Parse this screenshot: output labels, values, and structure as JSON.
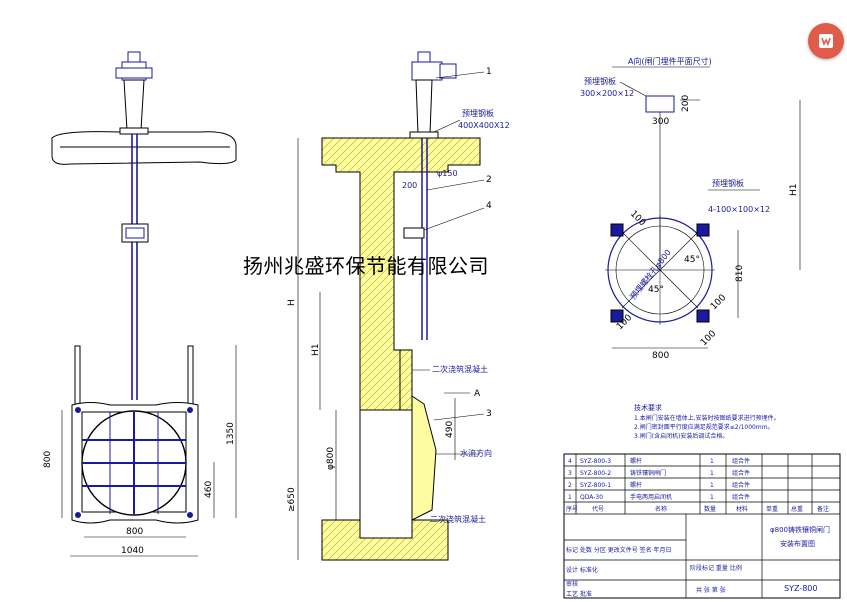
{
  "watermark": "扬州兆盛环保节能有限公司",
  "colors": {
    "line": "#000000",
    "blue": "#1a1aa0",
    "concrete": "#fdfca0",
    "water": "#1a1aa0",
    "icon": "#e15b4a"
  },
  "icons": {
    "floating": "app-badge-icon"
  },
  "front_view": {
    "dims": {
      "width_frame": "800",
      "width_total": "1040",
      "height_gate": "800",
      "height_total": "1350",
      "height_lower": "460"
    }
  },
  "section_view": {
    "labels": {
      "callout_1": "1",
      "callout_2": "2",
      "callout_4": "4",
      "callout_3": "3",
      "plate_note": "预埋钢板",
      "plate_size": "400X400X12",
      "pipe_dia": "φ150",
      "offset": "200",
      "dim_H": "H",
      "dim_H1": "H1",
      "dim_d": "φ800",
      "dim_490": "490",
      "dim_650": "≥650",
      "marker_A": "A",
      "note_concrete_top": "二次浇筑混凝土",
      "note_concrete_bottom": "二次浇筑混凝土",
      "note_water": "水流方向"
    }
  },
  "plan_view": {
    "labels": {
      "title": "A向(闸门埋件平面尺寸)",
      "plate_note_top": "预埋钢板",
      "plate_size_top": "300×200×12",
      "dim_300": "300",
      "dim_200": "200",
      "dim_H1": "H1",
      "plate_note_side": "预埋钢板",
      "plate_size_side": "4-100×100×12",
      "dim_100_a": "100",
      "dim_100_b": "100",
      "dim_100_c": "100",
      "dim_100_d": "100",
      "dim_45": "45°",
      "dim_45b": "45°",
      "dim_810": "810",
      "dim_800": "800",
      "dia_note": "预埋螺栓孔φ800"
    }
  },
  "notes": {
    "title": "技术要求",
    "line1": "1.本闸门安装在墙体上,安装时按图纸要求进行预埋件。",
    "line2": "2.闸门密封面平行度应满足规范要求≤2/1000mm。",
    "line3": "3.闸门(含启闭机)安装后调试合格。"
  },
  "title_block": {
    "rows": [
      {
        "no": "4",
        "code": "SYZ-800-3",
        "name": "螺杆",
        "qty": "1",
        "mat": "组合件"
      },
      {
        "no": "3",
        "code": "SYZ-800-2",
        "name": "铸铁镶铜闸门",
        "qty": "1",
        "mat": "组合件"
      },
      {
        "no": "2",
        "code": "SYZ-800-1",
        "name": "螺杆",
        "qty": "1",
        "mat": "组合件"
      },
      {
        "no": "1",
        "code": "QDA-30",
        "name": "手电两用启闭机",
        "qty": "1",
        "mat": "组合件"
      }
    ],
    "header": [
      "序号",
      "代号",
      "名称",
      "数量",
      "材料",
      "单重",
      "总重",
      "备注"
    ],
    "drawing_title_1": "φ800铸铁镶铜闸门",
    "drawing_title_2": "安装布置图",
    "drawing_no": "SYZ-800",
    "sign_row_1": "标记 处数 分区 更改文件号 签名 年月日",
    "sign_row_2": "设计 标准化",
    "sign_row_3": "审核",
    "sign_row_4": "工艺 批准",
    "stage_labels": "阶段标记 重量 比例",
    "sheet_labels": "共 张 第 张"
  }
}
